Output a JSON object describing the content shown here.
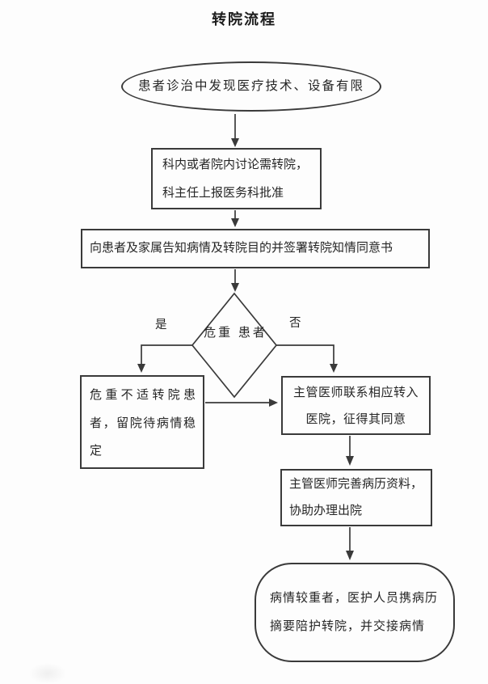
{
  "title": "转院流程",
  "labels": {
    "yes": "是",
    "no": "否"
  },
  "nodes": {
    "start": {
      "text": "患者诊治中发现医疗技术、设备有限"
    },
    "discuss": {
      "line1": "科内或者院内讨论需转院，",
      "line2": "科主任上报医务科批准"
    },
    "inform": {
      "text": "向患者及家属告知病情及转院目的并签署转院知情同意书"
    },
    "decision": {
      "line1": "危重",
      "line2": "患者"
    },
    "stay": {
      "line1": "危重不适转院患",
      "line2": "者，留院待病情稳",
      "line3": "定"
    },
    "contact": {
      "line1": "主管医师联系相应转入",
      "line2": "医院，征得其同意"
    },
    "records": {
      "line1": "主管医师完善病历资料，",
      "line2": "协助办理出院"
    },
    "end": {
      "line1": "病情较重者，医护人员携病历",
      "line2": "摘要陪护转院，并交接病情"
    }
  },
  "colors": {
    "line": "#3a3a3a",
    "text": "#262626",
    "background": "#fdfdfd"
  }
}
